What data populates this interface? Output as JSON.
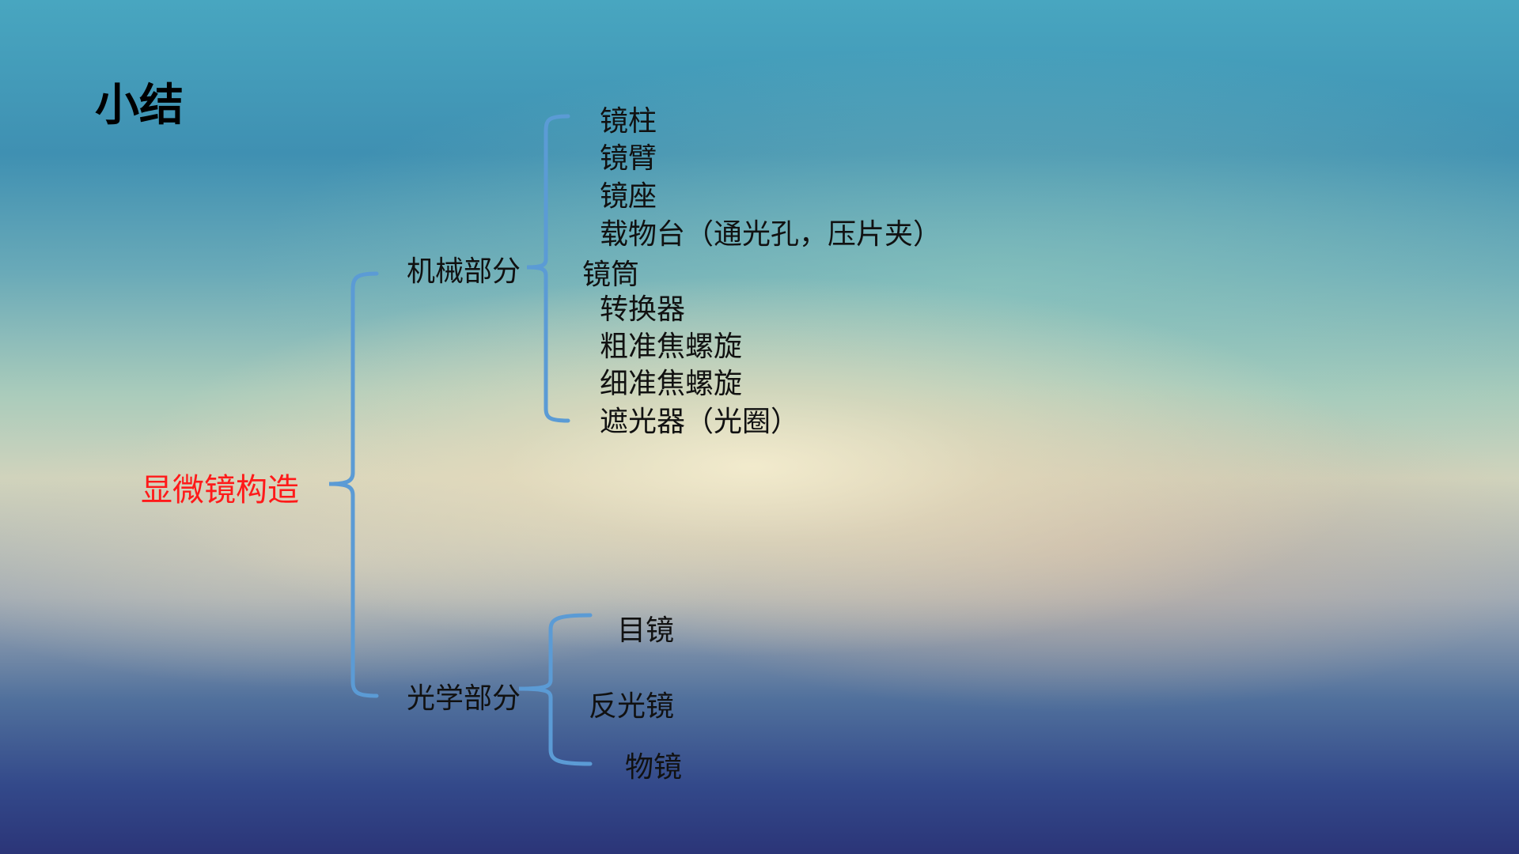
{
  "slide": {
    "title": "小结",
    "root": "显微镜构造",
    "branches": [
      {
        "label": "机械部分",
        "items": [
          "镜柱",
          "镜臂",
          "镜座",
          "载物台（通光孔，压片夹）",
          "镜筒",
          "转换器",
          "粗准焦螺旋",
          "细准焦螺旋",
          "遮光器（光圈）"
        ]
      },
      {
        "label": "光学部分",
        "items": [
          "目镜",
          "反光镜",
          "物镜"
        ]
      }
    ]
  },
  "colors": {
    "brace": "#5b9bd5",
    "root_text": "#ff1a1a",
    "text": "#111111"
  }
}
